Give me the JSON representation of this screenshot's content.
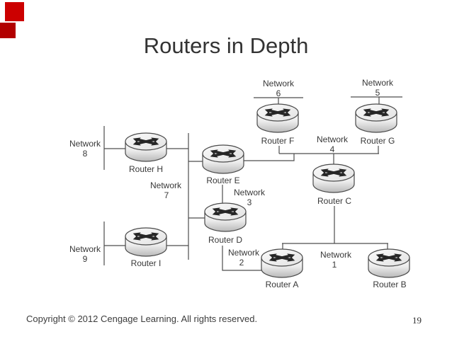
{
  "slide": {
    "title": "Routers in Depth",
    "decor": {
      "square_top_color": "#cc0000",
      "square_bottom_color": "#b20000"
    },
    "footer": {
      "copyright": "Copyright © 2012 Cengage Learning. All rights reserved.",
      "page_number": "19"
    }
  },
  "diagram": {
    "line_color": "#4d4d4d",
    "router_icon": "router-cylinder-with-crossed-arrows",
    "routers": [
      {
        "id": "A",
        "label": "Router A"
      },
      {
        "id": "B",
        "label": "Router B"
      },
      {
        "id": "C",
        "label": "Router C"
      },
      {
        "id": "D",
        "label": "Router D"
      },
      {
        "id": "E",
        "label": "Router E"
      },
      {
        "id": "F",
        "label": "Router F"
      },
      {
        "id": "G",
        "label": "Router G"
      },
      {
        "id": "H",
        "label": "Router H"
      },
      {
        "id": "I",
        "label": "Router I"
      }
    ],
    "networks": [
      {
        "id": "1",
        "name": "Network",
        "number": "1"
      },
      {
        "id": "2",
        "name": "Network",
        "number": "2"
      },
      {
        "id": "3",
        "name": "Network",
        "number": "3"
      },
      {
        "id": "4",
        "name": "Network",
        "number": "4"
      },
      {
        "id": "5",
        "name": "Network",
        "number": "5"
      },
      {
        "id": "6",
        "name": "Network",
        "number": "6"
      },
      {
        "id": "7",
        "name": "Network",
        "number": "7"
      },
      {
        "id": "8",
        "name": "Network",
        "number": "8"
      },
      {
        "id": "9",
        "name": "Network",
        "number": "9"
      }
    ],
    "links": [
      [
        "Network 6",
        "Router F"
      ],
      [
        "Network 5",
        "Router G"
      ],
      [
        "Router F",
        "Network 4"
      ],
      [
        "Router G",
        "Network 4"
      ],
      [
        "Router E",
        "Network 4"
      ],
      [
        "Network 4",
        "Router C"
      ],
      [
        "Network 8",
        "Router H"
      ],
      [
        "Router H",
        "Network 7"
      ],
      [
        "Network 7",
        "Router E"
      ],
      [
        "Network 7",
        "Router D"
      ],
      [
        "Network 7",
        "Router I"
      ],
      [
        "Network 9",
        "Router I"
      ],
      [
        "Router E",
        "Network 3"
      ],
      [
        "Network 3",
        "Router D"
      ],
      [
        "Router D",
        "Network 2"
      ],
      [
        "Network 2",
        "Router A"
      ],
      [
        "Router C",
        "Network 1"
      ],
      [
        "Network 1",
        "Router A"
      ],
      [
        "Network 1",
        "Router B"
      ]
    ]
  }
}
